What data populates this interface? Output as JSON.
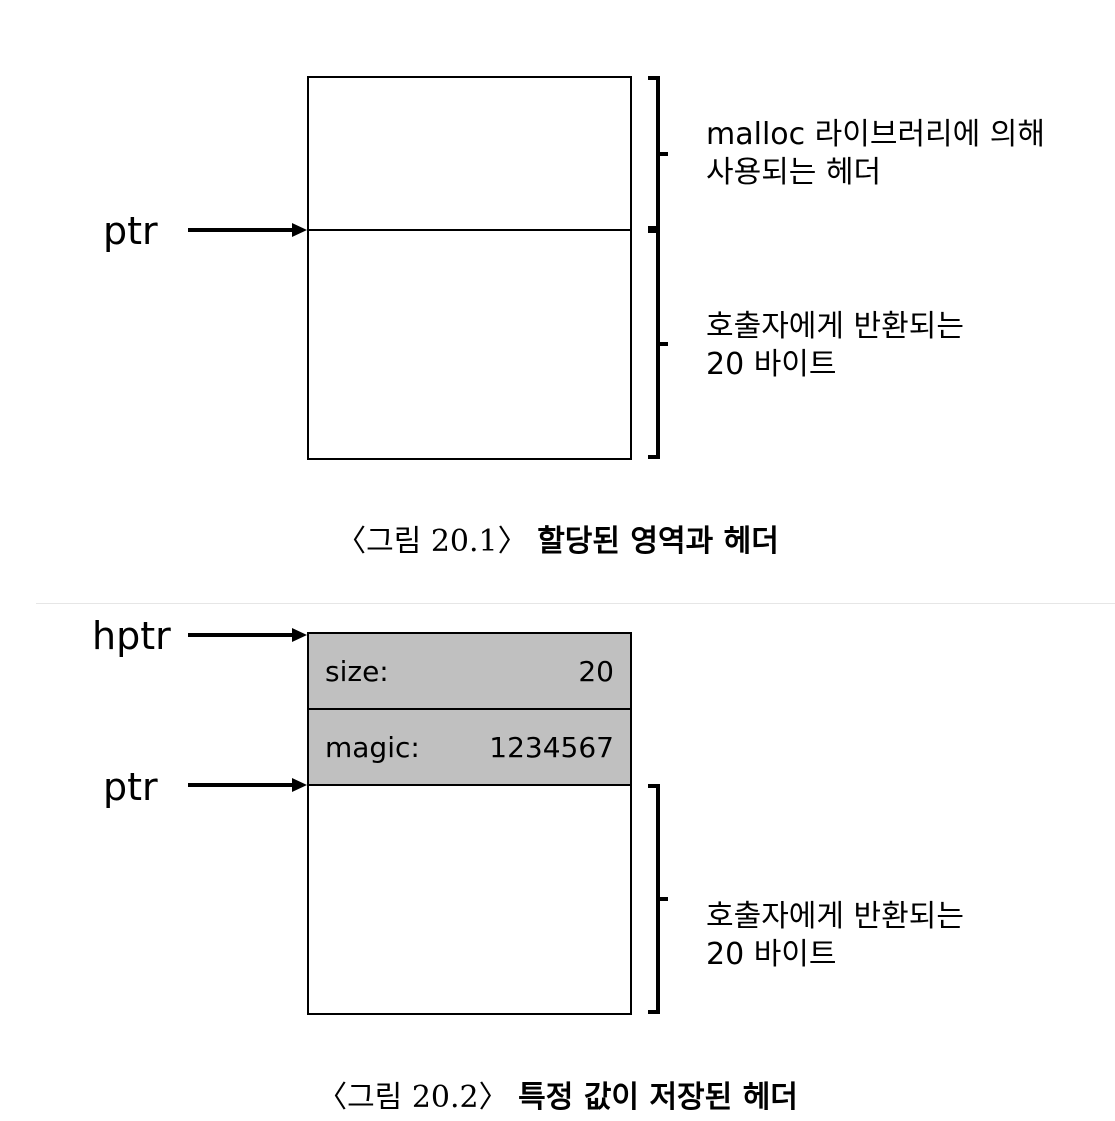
{
  "figure1": {
    "pointer_label": "ptr",
    "header_desc": "malloc 라이브러리에 의해\n사용되는 헤더",
    "payload_desc": "호출자에게 반환되는\n20 바이트",
    "caption_prefix": "〈그림 20.1〉",
    "caption_title": "할당된 영역과 헤더"
  },
  "figure2": {
    "header_pointer_label": "hptr",
    "pointer_label": "ptr",
    "fields": [
      {
        "name": "size:",
        "value": "20"
      },
      {
        "name": "magic:",
        "value": "1234567"
      }
    ],
    "payload_desc": "호출자에게 반환되는\n20 바이트",
    "caption_prefix": "〈그림 20.2〉",
    "caption_title": "특정 값이 저장된 헤더"
  },
  "colors": {
    "header_fill": "#c0c0c0",
    "stroke": "#000000"
  }
}
